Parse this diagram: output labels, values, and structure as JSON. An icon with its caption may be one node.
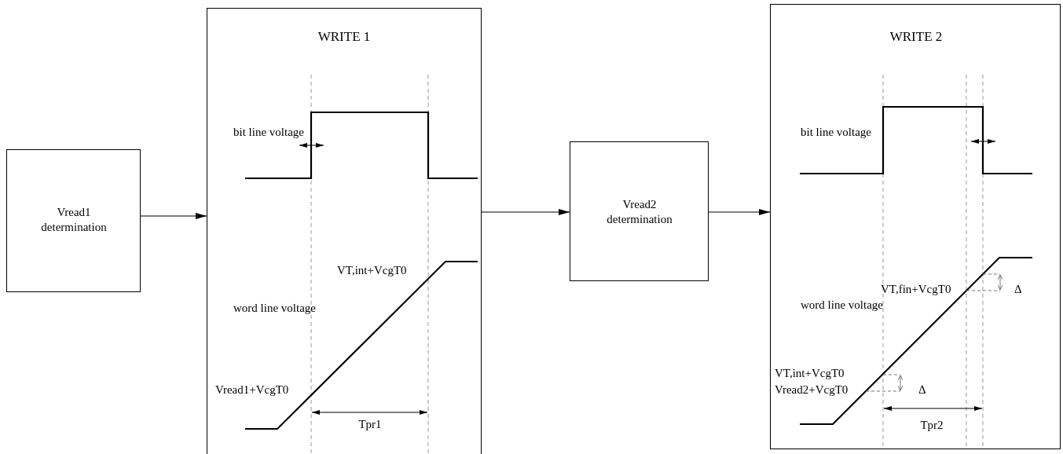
{
  "diagram": {
    "nodes": [
      {
        "text": [
          "Vread1 determination"
        ]
      },
      {
        "text": [
          "WRITE 1",
          "bit line voltage",
          "word line voltage",
          "VT,int+VcgT0",
          "Vread1+VcgT0",
          "Tpr1"
        ]
      },
      {
        "text": [
          "Vread2 determination"
        ]
      },
      {
        "text": [
          "WRITE 2",
          "bit line voltage",
          "word line voltage",
          "VT,fin+VcgT0",
          "Δ",
          "VT,int+VcgT0",
          "Vread2+VcgT0",
          "Δ",
          "Tpr2"
        ]
      }
    ],
    "edges": [
      {
        "from": 0,
        "to": 1,
        "arrow": "to"
      },
      {
        "from": 1,
        "to": 2,
        "arrow": "to"
      },
      {
        "from": 2,
        "to": 3,
        "arrow": "to"
      }
    ]
  }
}
